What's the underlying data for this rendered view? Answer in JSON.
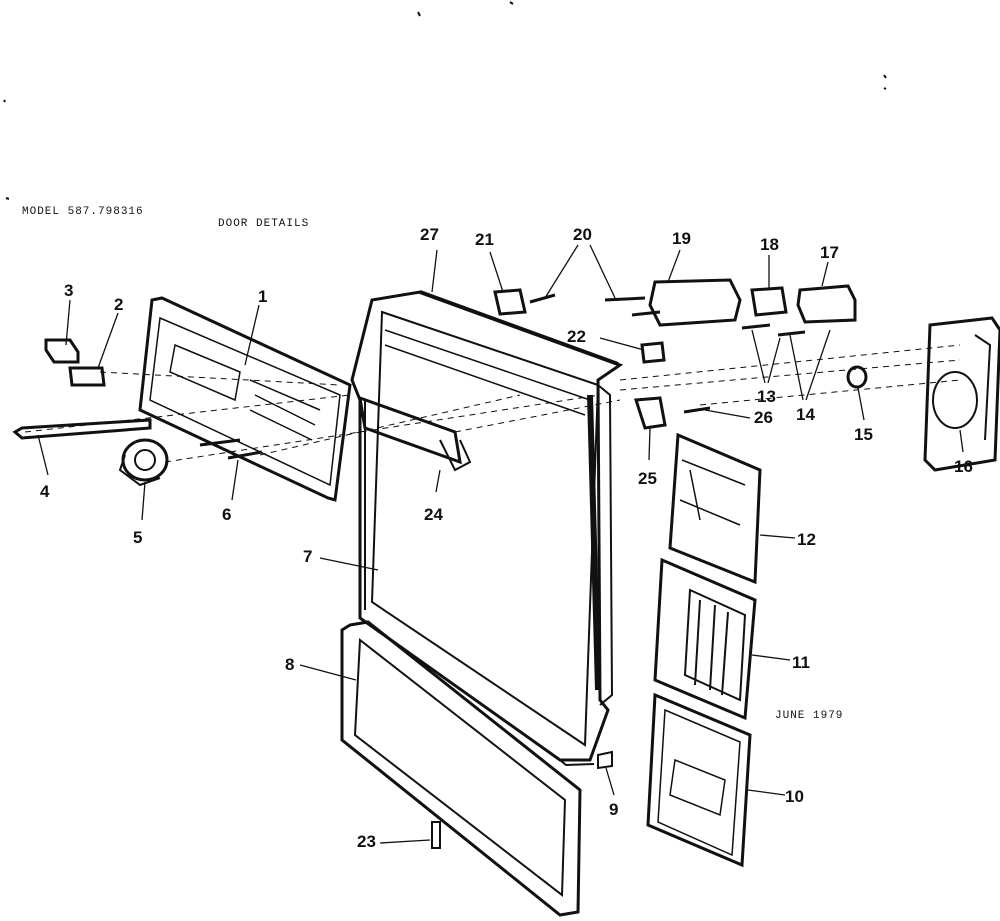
{
  "header": {
    "model": "MODEL 587.798316",
    "section": "DOOR DETAILS"
  },
  "footer": {
    "date": "JUNE 1979"
  },
  "callouts": [
    "1",
    "2",
    "3",
    "4",
    "5",
    "6",
    "7",
    "8",
    "9",
    "10",
    "11",
    "12",
    "13",
    "13",
    "14",
    "14",
    "15",
    "16",
    "17",
    "18",
    "19",
    "20",
    "21",
    "22",
    "23",
    "24",
    "25",
    "26",
    "27"
  ],
  "colors": {
    "ink": "#111111",
    "paper": "#ffffff"
  }
}
